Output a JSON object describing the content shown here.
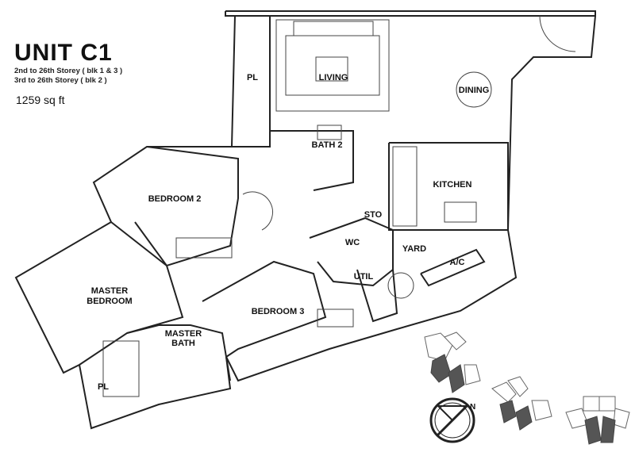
{
  "header": {
    "title": "UNIT C1",
    "subtitle_1": "2nd to 26th Storey ( blk 1 & 3 )",
    "subtitle_2": "3rd to 26th Storey ( blk 2 )",
    "area": "1259 sq ft"
  },
  "rooms": {
    "pl_top": "PL",
    "living": "LIVING",
    "dining": "DINING",
    "bath2": "BATH 2",
    "kitchen": "KITCHEN",
    "bedroom2": "BEDROOM 2",
    "sto": "STO",
    "wc": "WC",
    "yard": "YARD",
    "ac": "A/C",
    "util": "UTIL",
    "master_bedroom_1": "MASTER",
    "master_bedroom_2": "BEDROOM",
    "bedroom3": "BEDROOM 3",
    "master_bath_1": "MASTER",
    "master_bath_2": "BATH",
    "pl_bottom": "PL"
  },
  "compass": {
    "north": "N"
  },
  "colors": {
    "wall": "#222222",
    "highlight_unit": "#555555"
  }
}
